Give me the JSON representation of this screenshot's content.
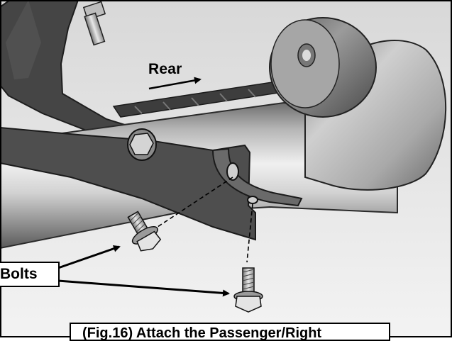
{
  "figure": {
    "rear_label": "Rear",
    "callout_label": "Bolts",
    "caption": "(Fig.16) Attach the Passenger/Right"
  },
  "colors": {
    "ink": "#000000",
    "paper": "#ffffff",
    "metal_light": "#d9d9d9",
    "metal_mid": "#9a9a9a",
    "metal_dark": "#3c3c3c",
    "bracket": "#4a4a4a"
  },
  "icons": [
    "hex-bolt-icon",
    "arrow-icon"
  ]
}
